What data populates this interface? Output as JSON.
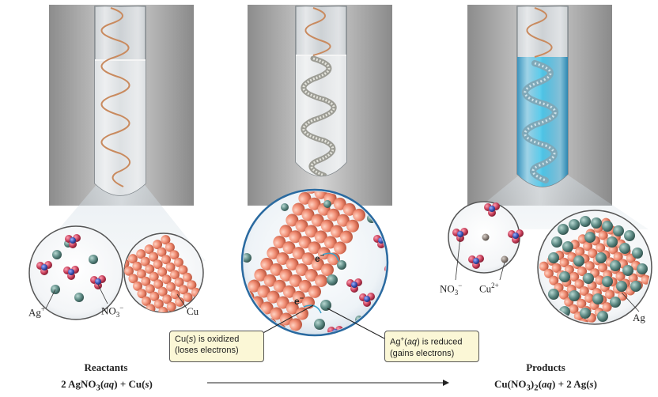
{
  "panels": {
    "reactants": {
      "heading": "Reactants",
      "equation_parts": [
        "2 AgNO",
        "3",
        "(",
        "aq",
        ") + Cu(",
        "s",
        ")"
      ],
      "ion_label_ag": "Ag",
      "ion_label_ag_charge": "+",
      "ion_label_no3": "NO",
      "ion_label_no3_sub": "3",
      "ion_label_no3_charge": "−",
      "metal_label": "Cu"
    },
    "middle": {
      "callout_oxidized_line1_pre": "Cu(",
      "callout_oxidized_line1_italic": "s",
      "callout_oxidized_line1_post": ") is oxidized",
      "callout_oxidized_line2": "(loses electrons)",
      "callout_reduced_line1_pre": "Ag",
      "callout_reduced_line1_sup": "+",
      "callout_reduced_line1_mid": "(",
      "callout_reduced_line1_italic": "aq",
      "callout_reduced_line1_post": ") is reduced",
      "callout_reduced_line2": "(gains electrons)",
      "electron_label": "e",
      "electron_charge": "−"
    },
    "products": {
      "heading": "Products",
      "equation_parts": [
        "Cu(NO",
        "3",
        ")",
        "2",
        "(",
        "aq",
        ") + 2 Ag(",
        "s",
        ")"
      ],
      "ion_label_no3": "NO",
      "ion_label_no3_sub": "3",
      "ion_label_no3_charge": "−",
      "ion_label_cu": "Cu",
      "ion_label_cu_charge": "2+",
      "metal_label": "Ag"
    }
  },
  "colors": {
    "copper": "#e8826a",
    "silver_atom": "#5f8c86",
    "nitrate_red": "#c23a55",
    "nitrate_blue": "#3a55b5",
    "cu_ion": "#8a7f78",
    "solution_blue": "#2aa7cf",
    "callout_bg": "#fbf7d6"
  }
}
